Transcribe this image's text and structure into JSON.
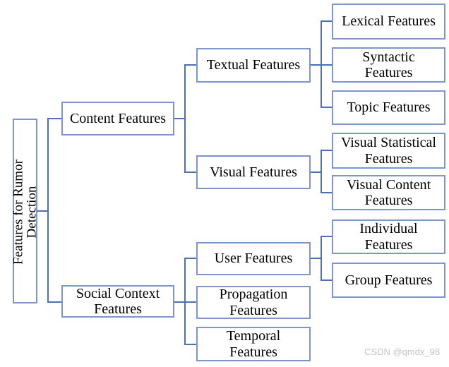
{
  "tree": {
    "label": "Features for Rumor\nDetection",
    "children": [
      {
        "label": "Content Features",
        "children": [
          {
            "label": "Textual Features",
            "children": [
              {
                "label": "Lexical Features"
              },
              {
                "label": "Syntactic\nFeatures"
              },
              {
                "label": "Topic Features"
              }
            ]
          },
          {
            "label": "Visual Features",
            "children": [
              {
                "label": "Visual Statistical\nFeatures"
              },
              {
                "label": "Visual Content\nFeatures"
              }
            ]
          }
        ]
      },
      {
        "label": "Social Context\nFeatures",
        "children": [
          {
            "label": "User Features",
            "children": [
              {
                "label": "Individual\nFeatures"
              },
              {
                "label": "Group Features"
              }
            ]
          },
          {
            "label": "Propagation\nFeatures"
          },
          {
            "label": "Temporal\nFeatures"
          }
        ]
      }
    ]
  },
  "watermark": "CSDN @qmdx_98",
  "colors": {
    "box_border": "#7e95cb",
    "connector": "#4d70b5",
    "text": "#000000",
    "watermark_text": "#c4c4c4",
    "background": "#ffffff"
  }
}
